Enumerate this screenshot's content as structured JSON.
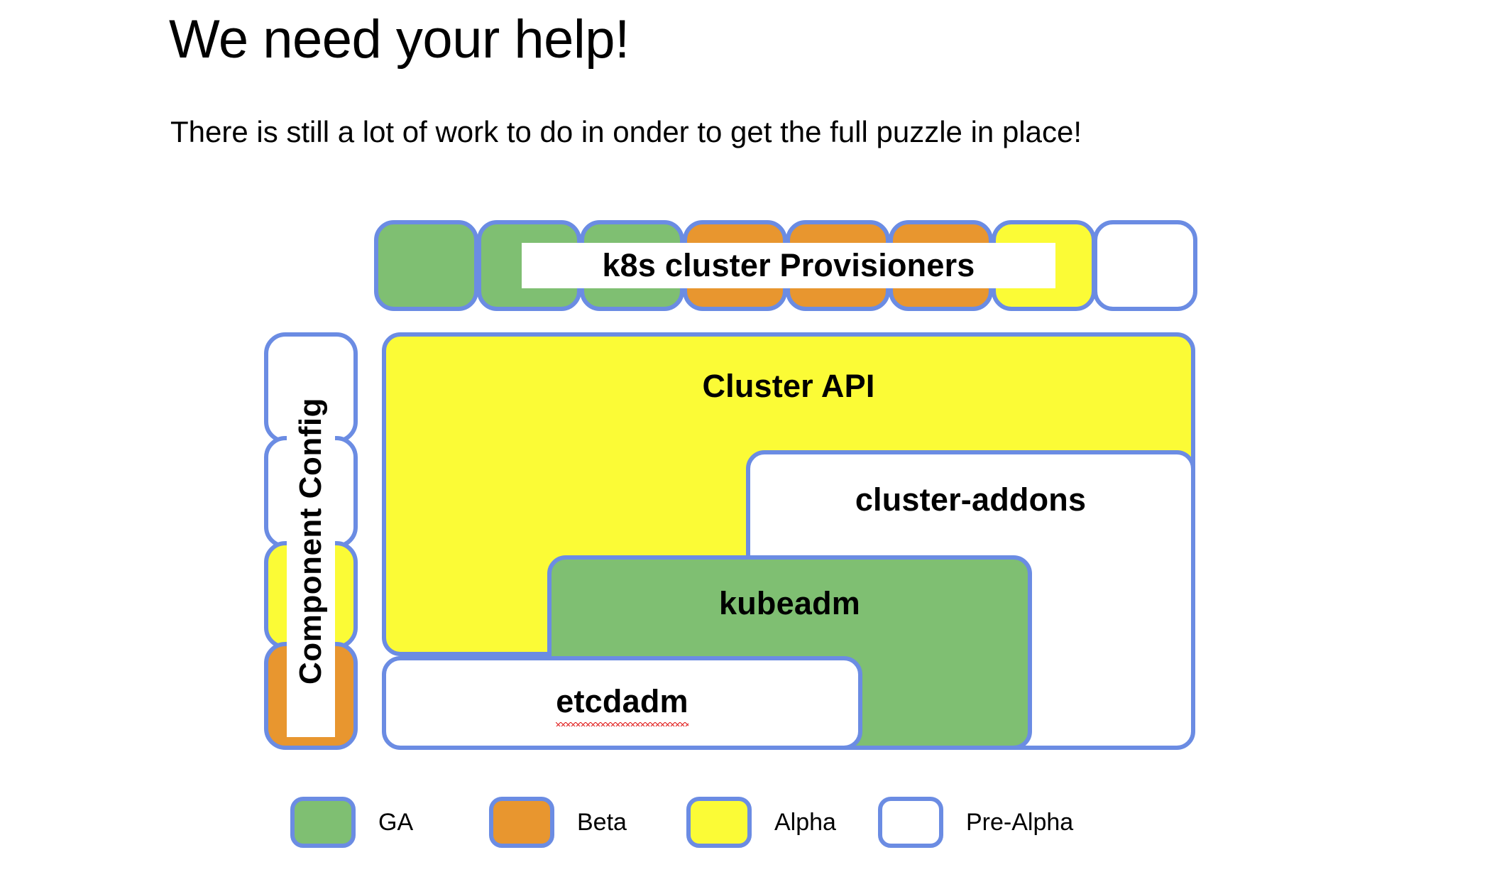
{
  "slide": {
    "title": "We need your help!",
    "subtitle": "There is still a lot of work to do in onder to get the full puzzle in place!"
  },
  "colors": {
    "border": "#6b8ce3",
    "ga": "#7fbf72",
    "beta": "#e8962f",
    "alpha": "#fbfb36",
    "pre_alpha": "#ffffff",
    "spellcheck_underline": "#e01b1b",
    "text": "#000000",
    "background": "#ffffff"
  },
  "provisioner_row": {
    "label": "k8s cluster Provisioners",
    "boxes": [
      {
        "status": "ga"
      },
      {
        "status": "ga"
      },
      {
        "status": "ga"
      },
      {
        "status": "beta"
      },
      {
        "status": "beta"
      },
      {
        "status": "beta"
      },
      {
        "status": "alpha"
      },
      {
        "status": "pre_alpha"
      }
    ]
  },
  "component_config": {
    "label": "Component Config",
    "boxes": [
      {
        "status": "pre_alpha"
      },
      {
        "status": "pre_alpha"
      },
      {
        "status": "alpha"
      },
      {
        "status": "beta"
      }
    ]
  },
  "nested_nodes": [
    {
      "label": "Cluster API",
      "status": "alpha",
      "misspelled": false
    },
    {
      "label": "cluster-addons",
      "status": "pre_alpha",
      "misspelled": false
    },
    {
      "label": "kubeadm",
      "status": "ga",
      "misspelled": false
    },
    {
      "label": "etcdadm",
      "status": "pre_alpha",
      "misspelled": true
    }
  ],
  "legend": {
    "items": [
      {
        "label": "GA",
        "status": "ga"
      },
      {
        "label": "Beta",
        "status": "beta"
      },
      {
        "label": "Alpha",
        "status": "alpha"
      },
      {
        "label": "Pre-Alpha",
        "status": "pre_alpha"
      }
    ]
  }
}
